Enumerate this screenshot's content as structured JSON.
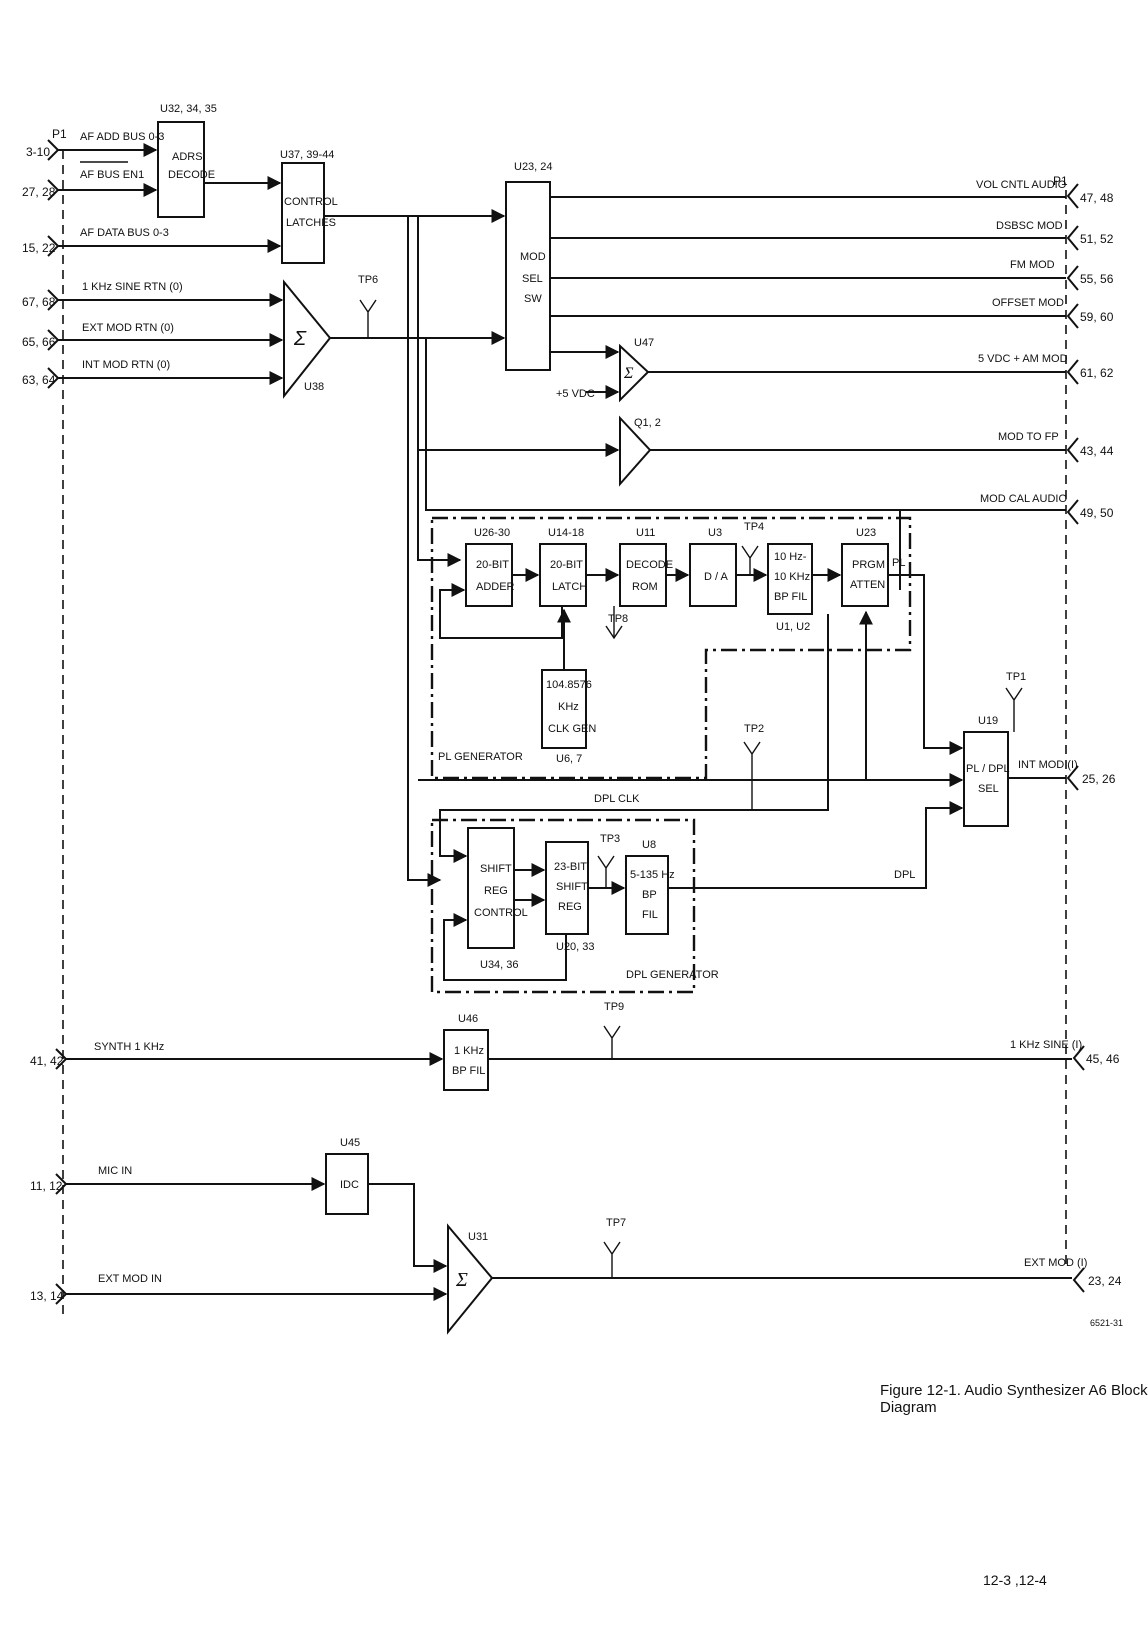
{
  "connector_left": "P1",
  "connector_right": "P1",
  "pins_left": {
    "p3_10": "3-10",
    "p27_28": "27, 28",
    "p15_22": "15, 22",
    "p67_68": "67, 68",
    "p65_66": "65, 66",
    "p63_64": "63, 64",
    "p41_42": "41, 42",
    "p11_12": "11, 12",
    "p13_14": "13, 14"
  },
  "pins_right": {
    "p47_48": "47, 48",
    "p51_52": "51, 52",
    "p55_56": "55, 56",
    "p59_60": "59, 60",
    "p61_62": "61, 62",
    "p43_44": "43, 44",
    "p49_50": "49, 50",
    "p25_26": "25, 26",
    "p45_46": "45, 46",
    "p23_24": "23, 24"
  },
  "signals_left": {
    "af_add_bus": "AF ADD BUS 0-3",
    "af_bus_en": "AF BUS EN1",
    "af_data_bus": "AF DATA BUS 0-3",
    "sine_rtn": "1 KHz SINE RTN (0)",
    "ext_mod_rtn": "EXT MOD RTN (0)",
    "int_mod_rtn": "INT MOD RTN (0)",
    "synth": "SYNTH 1 KHz",
    "mic_in": "MIC IN",
    "ext_mod_in": "EXT MOD IN"
  },
  "signals_right": {
    "vol_cntl": "VOL CNTL AUDIO",
    "dsbsc": "DSBSC MOD",
    "fm": "FM MOD",
    "offset": "OFFSET MOD",
    "am": "5 VDC + AM MOD",
    "mod_fp": "MOD TO FP",
    "mod_cal": "MOD CAL AUDIO",
    "int_mod": "INT MOD (I)",
    "sine_out": "1 KHz SINE (I)",
    "ext_mod_out": "EXT MOD (I)"
  },
  "internal": {
    "plus5": "+5 VDC",
    "dpl_clk": "DPL CLK",
    "dpl": "DPL",
    "pl": "PL",
    "pl_generator": "PL GENERATOR",
    "dpl_generator": "DPL GENERATOR",
    "sigma": "Σ"
  },
  "blocks": {
    "adrs": {
      "ref": "U32, 34, 35",
      "l1": "ADRS",
      "l2": "DECODE"
    },
    "latches": {
      "ref": "U37, 39-44",
      "l1": "CONTROL",
      "l2": "LATCHES"
    },
    "modsel": {
      "ref": "U23, 24",
      "l1": "MOD",
      "l2": "SEL",
      "l3": "SW"
    },
    "u38": {
      "ref": "U38"
    },
    "u47": {
      "ref": "U47"
    },
    "q12": {
      "ref": "Q1, 2"
    },
    "adder": {
      "ref": "U26-30",
      "l1": "20-BIT",
      "l2": "ADDER"
    },
    "latch": {
      "ref": "U14-18",
      "l1": "20-BIT",
      "l2": "LATCH"
    },
    "rom": {
      "ref": "U11",
      "l1": "DECODE",
      "l2": "ROM"
    },
    "da": {
      "ref": "U3",
      "l1": "D / A"
    },
    "bpfil": {
      "ref": "U1, U2",
      "l1": "10 Hz-",
      "l2": "10 KHz",
      "l3": "BP FIL"
    },
    "atten": {
      "ref": "U23",
      "l1": "PRGM",
      "l2": "ATTEN"
    },
    "clkgen": {
      "ref": "U6, 7",
      "l1": "104.8576",
      "l2": "KHz",
      "l3": "CLK GEN"
    },
    "plsel": {
      "ref": "U19",
      "l1": "PL / DPL",
      "l2": "SEL"
    },
    "shiftctl": {
      "ref": "U34, 36",
      "l1": "SHIFT",
      "l2": "REG",
      "l3": "CONTROL"
    },
    "shift23": {
      "ref": "U20, 33",
      "l1": "23-BIT",
      "l2": "SHIFT",
      "l3": "REG"
    },
    "u8": {
      "ref": "U8",
      "l1": "5-135 Hz",
      "l2": "BP",
      "l3": "FIL"
    },
    "u46": {
      "ref": "U46",
      "l1": "1 KHz",
      "l2": "BP FIL"
    },
    "u45": {
      "ref": "U45",
      "l1": "IDC"
    },
    "u31": {
      "ref": "U31"
    }
  },
  "test_points": {
    "tp1": "TP1",
    "tp2": "TP2",
    "tp3": "TP3",
    "tp4": "TP4",
    "tp6": "TP6",
    "tp7": "TP7",
    "tp8": "TP8",
    "tp9": "TP9"
  },
  "drawing_number": "6521-31",
  "caption": "Figure 12-1.   Audio Synthesizer A6 Block Diagram",
  "page_number": "12-3 ,12-4"
}
